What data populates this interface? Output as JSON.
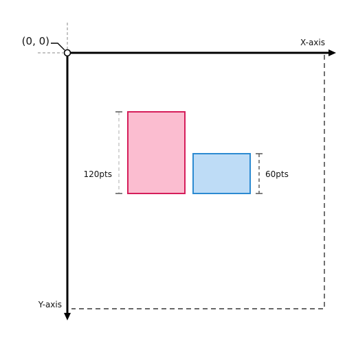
{
  "origin_label": "(0, 0)",
  "x_axis_label": "X-axis",
  "y_axis_label": "Y-axis",
  "rect_pink": {
    "height_label": "120pts",
    "fill": "#fbbdd0",
    "stroke": "#d51d5a"
  },
  "rect_blue": {
    "height_label": "60pts",
    "fill": "#bedcf6",
    "stroke": "#2b8ad1"
  },
  "colors": {
    "axis": "#000000",
    "guide_gray": "#c4c4c4",
    "measure": "#555555",
    "bounds": "#333333"
  }
}
